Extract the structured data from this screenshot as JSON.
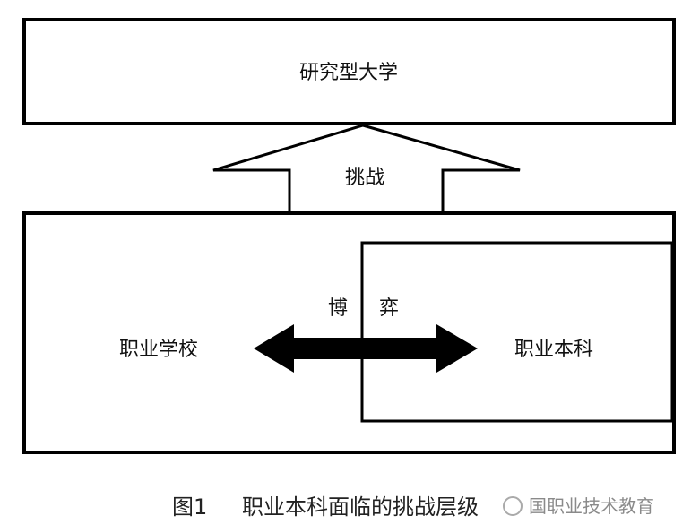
{
  "diagram": {
    "top_box_label": "研究型大学",
    "challenge_arrow_label": "挑战",
    "game_label_left": "博",
    "game_label_right": "弈",
    "left_label": "职业学校",
    "right_label": "职业本科"
  },
  "caption": {
    "figure_number": "图1",
    "title": "职业本科面临的挑战层级"
  },
  "watermark": {
    "text": "国职业技术教育"
  }
}
